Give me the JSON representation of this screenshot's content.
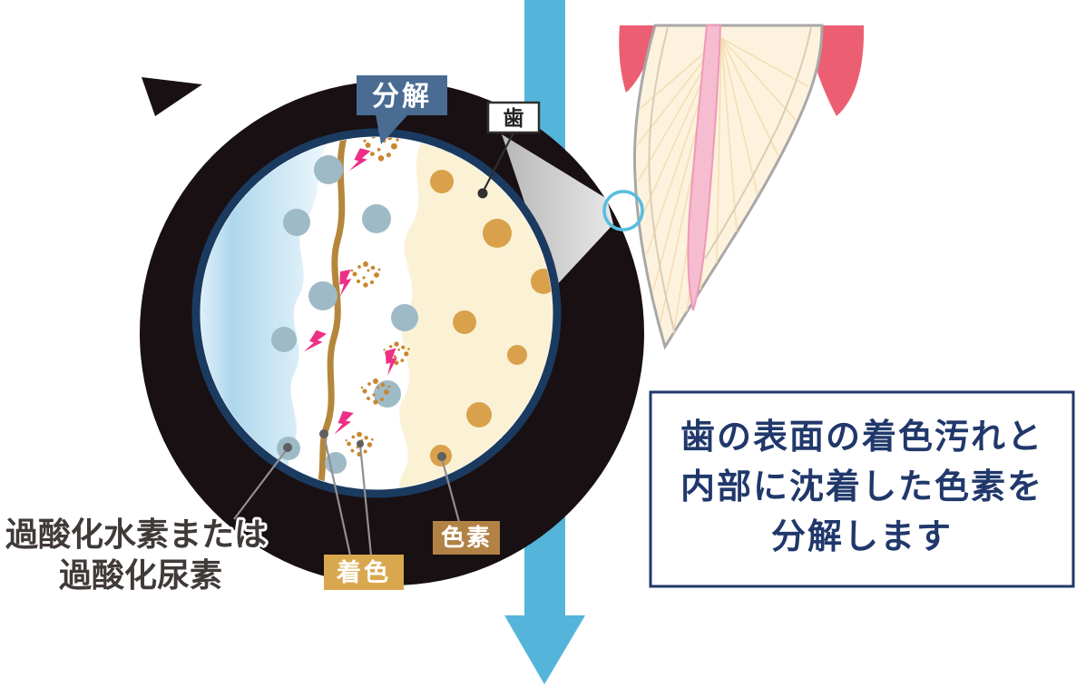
{
  "labels": {
    "decomposition": "分解",
    "tooth": "歯",
    "pigment": "色素",
    "stain": "着色",
    "peroxide_line1": "過酸化水素または",
    "peroxide_line2": "過酸化尿素"
  },
  "description": {
    "line1": "歯の表面の着色汚れと",
    "line2": "内部に沈着した色素を",
    "line3": "分解します"
  },
  "colors": {
    "arrow_blue": "#55b4d9",
    "backdrop_dark": "#181012",
    "lens_border_navy": "#1b3a60",
    "decomposition_box_blue": "#4a6b92",
    "stain_box_gold": "#d9a84e",
    "pigment_box_tan": "#b28245",
    "description_navy": "#20386b",
    "peroxide_bubble_blue": "#9fbac7",
    "pigment_particle_orange": "#d9a14b",
    "stain_line_brown": "#b5873c",
    "bolt_pink": "#ee2f86",
    "burst_orange": "#c8872e",
    "gum_pink": "#ec5f72",
    "tooth_cream": "#fdf2dd",
    "surface_cream": "#fbf2d6",
    "gel_blue": "#aed7ec",
    "zoom_circle_blue": "#57bede"
  }
}
